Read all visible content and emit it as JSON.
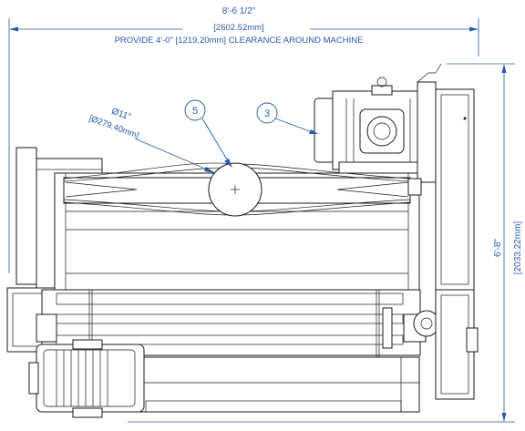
{
  "dimensions": {
    "width_imperial": "8'-6 1/2\"",
    "width_metric": "[2602.52mm]",
    "clearance_note": "PROVIDE 4'-0\" [1219.20mm] CLEARANCE AROUND MACHINE",
    "height_imperial": "6'-8\"",
    "height_metric": "[2033.22mm]",
    "diameter_imperial": "Ø11\"",
    "diameter_metric": "[Ø279.40mm]"
  },
  "callouts": [
    {
      "id": "callout-5",
      "label": "5"
    },
    {
      "id": "callout-3",
      "label": "3"
    }
  ],
  "colors": {
    "dimension_blue": "#2a58a8",
    "linework": "#1a1a1a",
    "shading": "#c9c9c9"
  }
}
